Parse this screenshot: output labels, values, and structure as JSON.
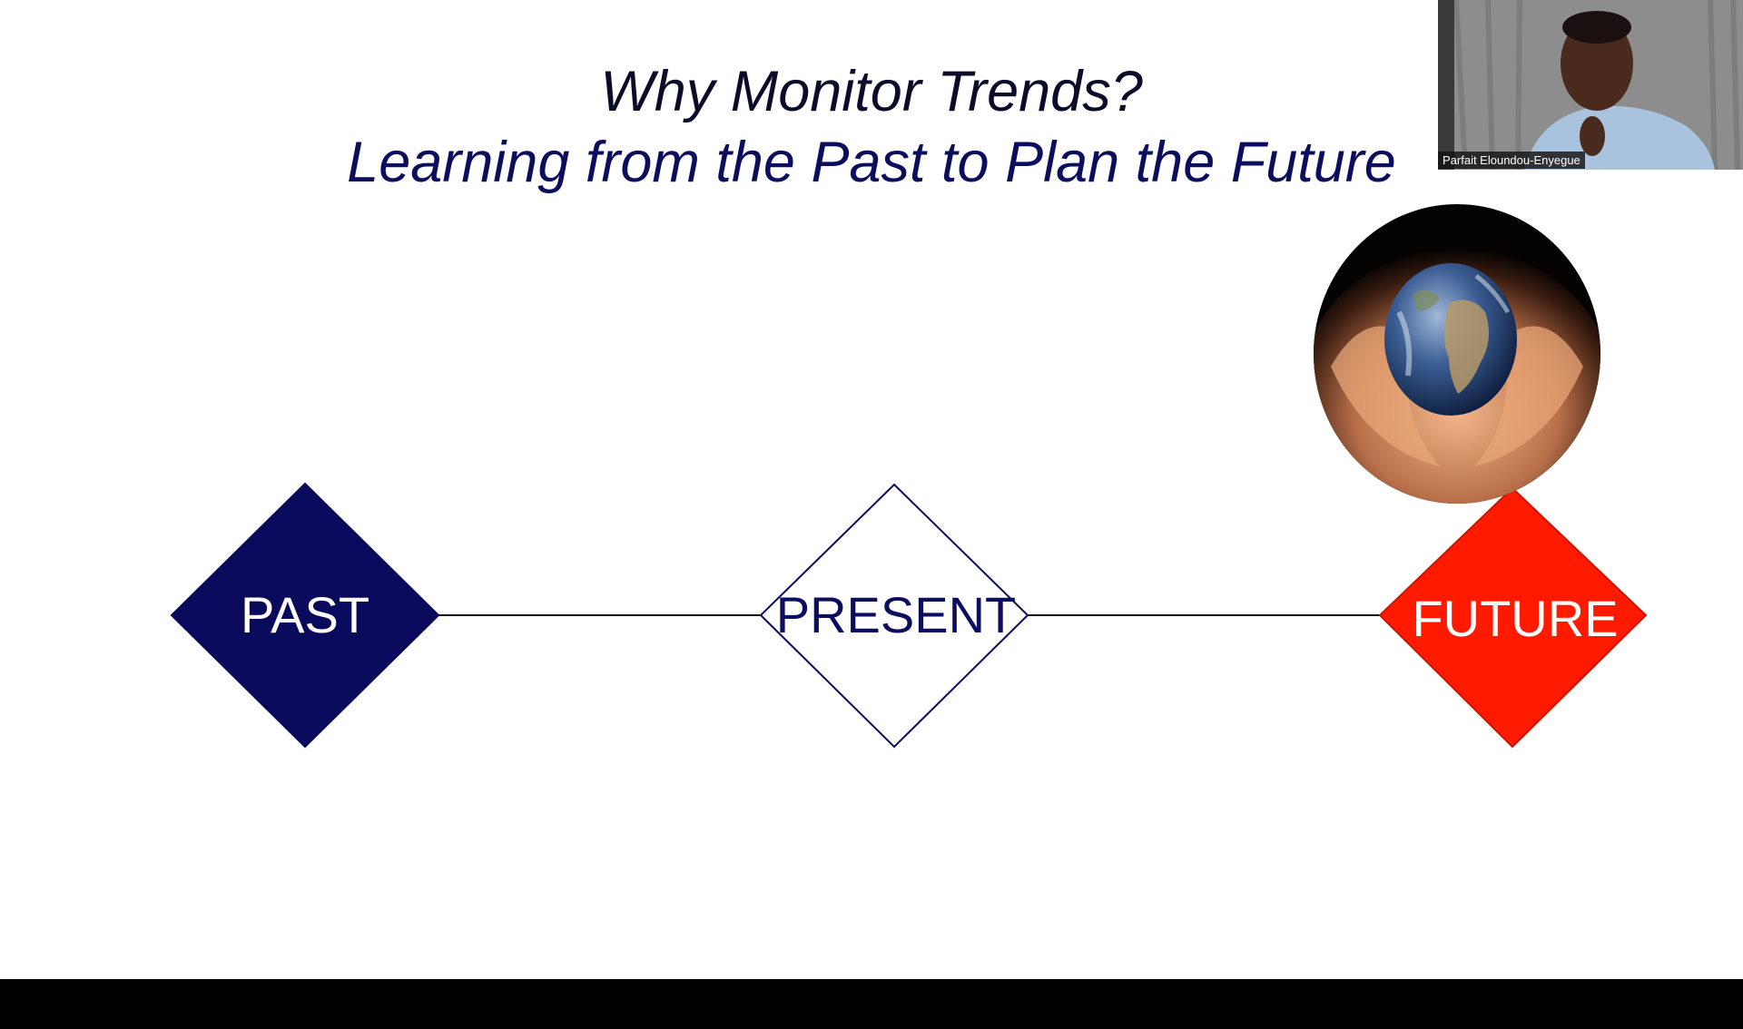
{
  "slide": {
    "title_line1": "Why Monitor Trends?",
    "title_line2": "Learning from the Past to Plan the Future",
    "timeline": {
      "past_label": "PAST",
      "present_label": "PRESENT",
      "future_label": "FUTURE"
    },
    "image_description_icon": "globe-in-hands-icon"
  },
  "video": {
    "participant_name": "Parfait Eloundou-Enyegue"
  },
  "colors": {
    "past_fill": "#0a0a5c",
    "present_fill": "#ffffff",
    "future_fill": "#ff1a00",
    "title_dark": "#0b0b2a",
    "title_navy": "#0d0d5e"
  }
}
